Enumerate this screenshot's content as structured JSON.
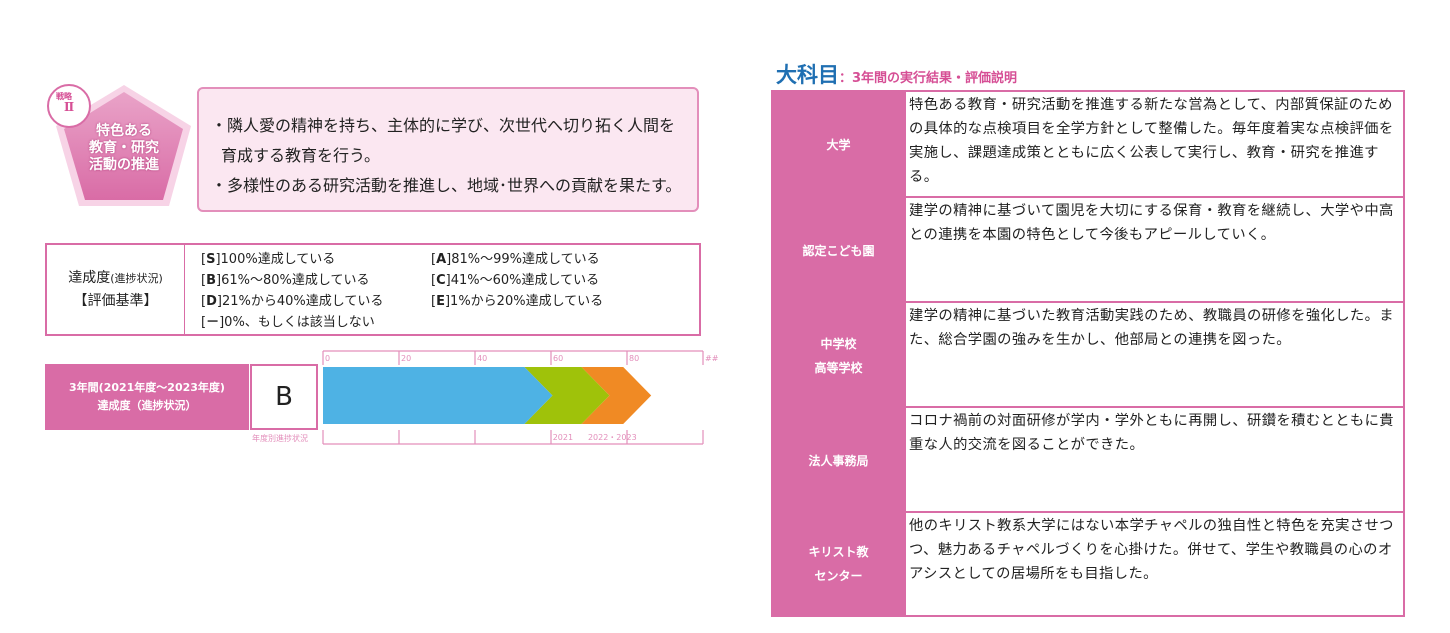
{
  "strategy": {
    "label": "戦略",
    "number": "Ⅱ",
    "title_lines": [
      "特色ある",
      "教育・研究",
      "活動の推進"
    ],
    "colors": {
      "pink": "#d96ca6",
      "pink_light": "#fbe7f1",
      "blue": "#1f6fb2"
    }
  },
  "goals": [
    "・隣人愛の精神を持ち、主体的に学び、次世代へ切り拓く人間を",
    "育成する教育を行う。",
    "・多様性のある研究活動を推進し、地域･世界への貢献を果たす。"
  ],
  "criteria": {
    "head_line1": "達成度",
    "head_line1_small": "(進捗状況)",
    "head_line2": "【評価基準】",
    "items": [
      {
        "code": "S",
        "desc": "100%達成している"
      },
      {
        "code": "A",
        "desc": "81%～99%達成している"
      },
      {
        "code": "B",
        "desc": "61%～80%達成している"
      },
      {
        "code": "C",
        "desc": "41%～60%達成している"
      },
      {
        "code": "D",
        "desc": "21%から40%達成している"
      },
      {
        "code": "E",
        "desc": "1%から20%達成している"
      },
      {
        "code": "－",
        "desc": "0%、もしくは該当しない"
      }
    ]
  },
  "progress": {
    "label_line1": "3年間(2021年度～2023年度)",
    "label_line2": "達成度（進捗状況）",
    "grade": "B",
    "caption": "年度別進捗状況",
    "scale": {
      "ticks": [
        0,
        20,
        40,
        60,
        80
      ],
      "max_label": "##",
      "max": 100
    },
    "segments": [
      {
        "label": "",
        "start": 0,
        "end": 53,
        "color": "#4eb2e4"
      },
      {
        "label": "2021",
        "start": 53,
        "end": 68,
        "color": "#9fc20a"
      },
      {
        "label": "2022・2023",
        "start": 68,
        "end": 79,
        "color": "#f08a24"
      }
    ],
    "year_labels": [
      "2021",
      "2022・2023"
    ]
  },
  "section": {
    "title_big": "大科目",
    "title_sub": "：3年間の実行結果・評価説明"
  },
  "units": [
    {
      "name_lines": [
        "大学"
      ],
      "text": "特色ある教育・研究活動を推進する新たな営為として、内部質保証のための具体的な点検項目を全学方針として整備した。毎年度着実な点検評価を実施し、課題達成策とともに広く公表して実行し、教育・研究を推進する。"
    },
    {
      "name_lines": [
        "認定こども園"
      ],
      "text": "建学の精神に基づいて園児を大切にする保育・教育を継続し、大学や中高との連携を本園の特色として今後もアピールしていく。"
    },
    {
      "name_lines": [
        "中学校",
        "高等学校"
      ],
      "text": "建学の精神に基づいた教育活動実践のため、教職員の研修を強化した。また、総合学園の強みを生かし、他部局との連携を図った。"
    },
    {
      "name_lines": [
        "法人事務局"
      ],
      "text": "コロナ禍前の対面研修が学内・学外ともに再開し、研鑽を積むとともに貴重な人的交流を図ることができた。"
    },
    {
      "name_lines": [
        "キリスト教",
        "センター"
      ],
      "text": "他のキリスト教系大学にはない本学チャペルの独自性と特色を充実させつつ、魅力あるチャペルづくりを心掛けた。併せて、学生や教職員の心のオアシスとしての居場所をも目指した。"
    }
  ]
}
